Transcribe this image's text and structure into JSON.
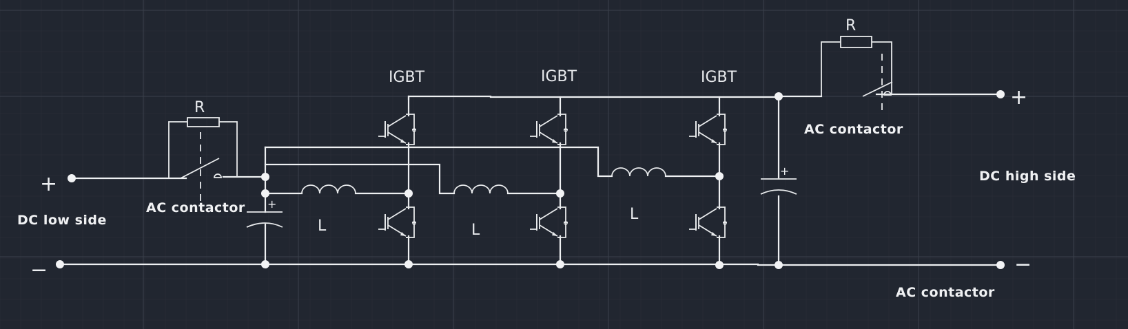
{
  "diagram": {
    "title": "Bidirectional DC-DC converter (3-phase interleaved IGBT half-bridges)",
    "colors": {
      "background": "#212630",
      "wire": "#eef0f2",
      "grid_major": "#3a404b",
      "grid_minor": "#262b35"
    },
    "labels": {
      "igbt_1": "IGBT",
      "igbt_2": "IGBT",
      "igbt_3": "IGBT",
      "resistor_left": "R",
      "resistor_right": "R",
      "contactor_left": "AC contactor",
      "contactor_right_top": "AC contactor",
      "contactor_right_bottom": "AC contactor",
      "dc_low_side": "DC low side",
      "dc_high_side": "DC high side",
      "inductor_1": "L",
      "inductor_2": "L",
      "inductor_3": "L",
      "cap_left_polarity": "+",
      "cap_right_polarity": "+",
      "low_plus": "+",
      "low_minus": "−",
      "high_plus": "+",
      "high_minus": "−"
    },
    "components": [
      {
        "type": "terminal",
        "name": "DC low side +"
      },
      {
        "type": "terminal",
        "name": "DC low side −"
      },
      {
        "type": "contactor",
        "name": "AC contactor (low side, with precharge R)"
      },
      {
        "type": "capacitor",
        "name": "Low side electrolytic capacitor"
      },
      {
        "type": "inductor",
        "name": "L phase 1"
      },
      {
        "type": "inductor",
        "name": "L phase 2"
      },
      {
        "type": "inductor",
        "name": "L phase 3"
      },
      {
        "type": "igbt",
        "name": "IGBT phase 1 upper"
      },
      {
        "type": "igbt",
        "name": "IGBT phase 1 lower"
      },
      {
        "type": "igbt",
        "name": "IGBT phase 2 upper"
      },
      {
        "type": "igbt",
        "name": "IGBT phase 2 lower"
      },
      {
        "type": "igbt",
        "name": "IGBT phase 3 upper"
      },
      {
        "type": "igbt",
        "name": "IGBT phase 3 lower"
      },
      {
        "type": "capacitor",
        "name": "High side electrolytic capacitor"
      },
      {
        "type": "contactor",
        "name": "AC contactor (high side, with precharge R)"
      },
      {
        "type": "terminal",
        "name": "DC high side +"
      },
      {
        "type": "terminal",
        "name": "DC high side −"
      }
    ]
  }
}
